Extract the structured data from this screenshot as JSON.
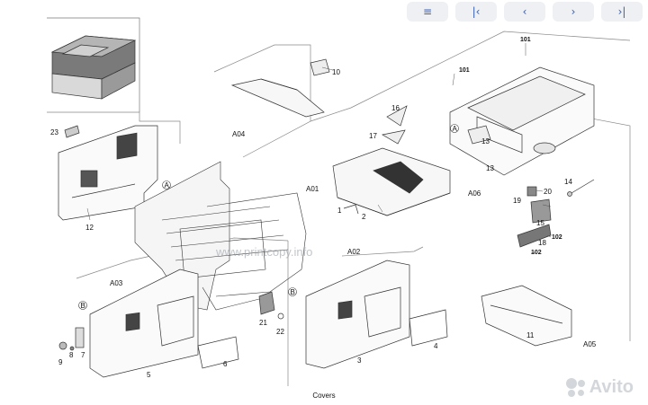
{
  "toolbar": {
    "menu_icon": "≡",
    "first_icon": "|‹",
    "prev_icon": "‹",
    "next_icon": "›",
    "last_icon": "›|"
  },
  "caption": "Covers",
  "watermark": "www.printcopy.info",
  "brand": "Avito",
  "labels": {
    "A01": "A01",
    "A02": "A02",
    "A03": "A03",
    "A04": "A04",
    "A05": "A05",
    "A06": "A06",
    "n1": "1",
    "n2": "2",
    "n3": "3",
    "n4": "4",
    "n5": "5",
    "n6": "6",
    "n7": "7",
    "n8": "8",
    "n9": "9",
    "n10": "10",
    "n11": "11",
    "n12": "12",
    "n13a": "13",
    "n13b": "13",
    "n14": "14",
    "n15": "15",
    "n16": "16",
    "n17": "17",
    "n18": "18",
    "n19": "19",
    "n20": "20",
    "n21": "21",
    "n22": "22",
    "n23": "23",
    "n101a": "101",
    "n101b": "101",
    "n102a": "102",
    "n102b": "102",
    "cA1": "A",
    "cA2": "A",
    "cB1": "B",
    "cB2": "B"
  }
}
